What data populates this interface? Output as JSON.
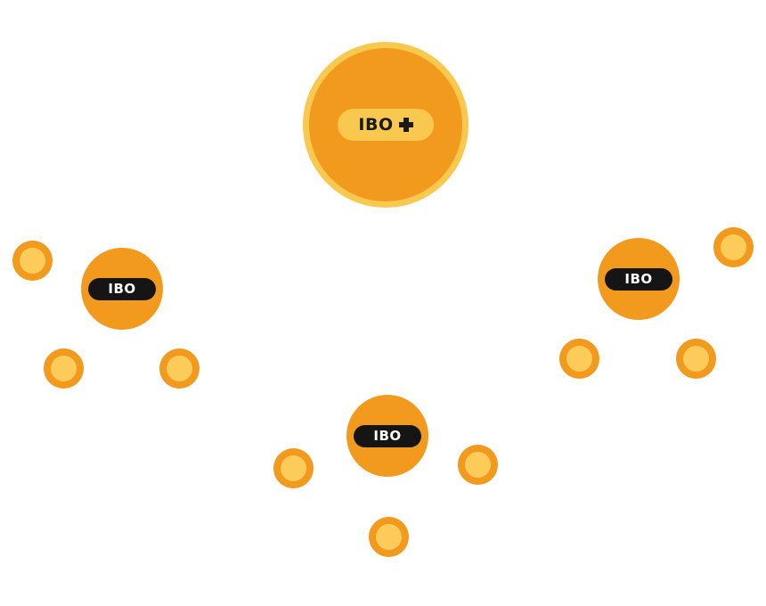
{
  "diagram": {
    "main_node": {
      "label": "IBO",
      "icon": "plus-icon"
    },
    "sub_nodes": [
      {
        "id": "left",
        "label": "IBO"
      },
      {
        "id": "right",
        "label": "IBO"
      },
      {
        "id": "bottom",
        "label": "IBO"
      }
    ]
  },
  "colors": {
    "node_fill": "#F29A1E",
    "node_ring": "#F8C84F",
    "dot_inner": "#FCCB5A",
    "label_pill_dark": "#151515",
    "label_text_light": "#ffffff",
    "label_text_dark": "#1a1a1a",
    "background": "#ffffff"
  }
}
